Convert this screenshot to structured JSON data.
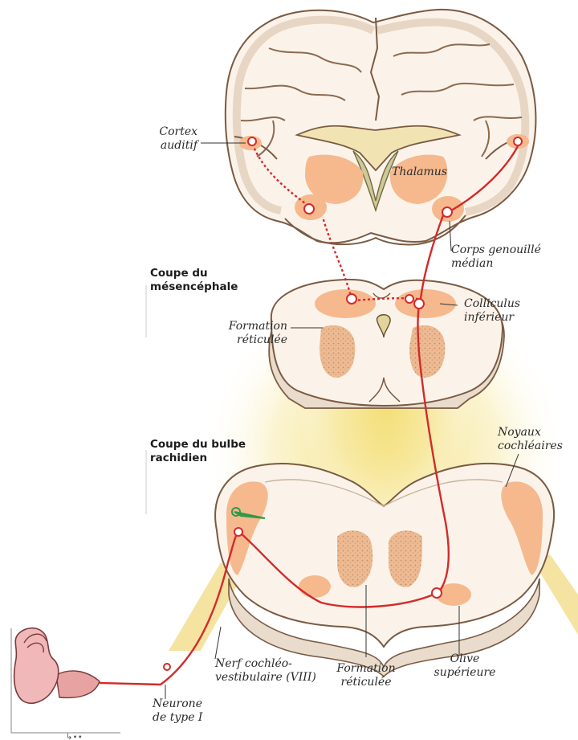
{
  "labels": {
    "cortex_auditif": [
      "Cortex",
      "auditif"
    ],
    "thalamus": "Thalamus",
    "corps_genouille": [
      "Corps genouillé",
      "médian"
    ],
    "section_mesencephale": [
      "Coupe du",
      "mésencéphale"
    ],
    "colliculus": [
      "Colliculus",
      "inférieur"
    ],
    "formation_reticulee_top": [
      "Formation",
      "réticulée"
    ],
    "section_bulbe": [
      "Coupe du bulbe",
      "rachidien"
    ],
    "noyaux_cochleaires": [
      "Noyaux",
      "cochléaires"
    ],
    "nerf": [
      "Nerf cochléo-",
      "vestibulaire (VIII)"
    ],
    "formation_reticulee_bottom": [
      "Formation",
      "réticulée"
    ],
    "olive": [
      "Olive",
      "supérieure"
    ],
    "neurone": [
      "Neurone",
      "de type I"
    ]
  },
  "colors": {
    "pathway": "#d42a2a",
    "tissue": "#fbf3ea",
    "nucleus": "#f6b98e",
    "glow": "#f4e07a",
    "outline": "#7a5a42"
  }
}
